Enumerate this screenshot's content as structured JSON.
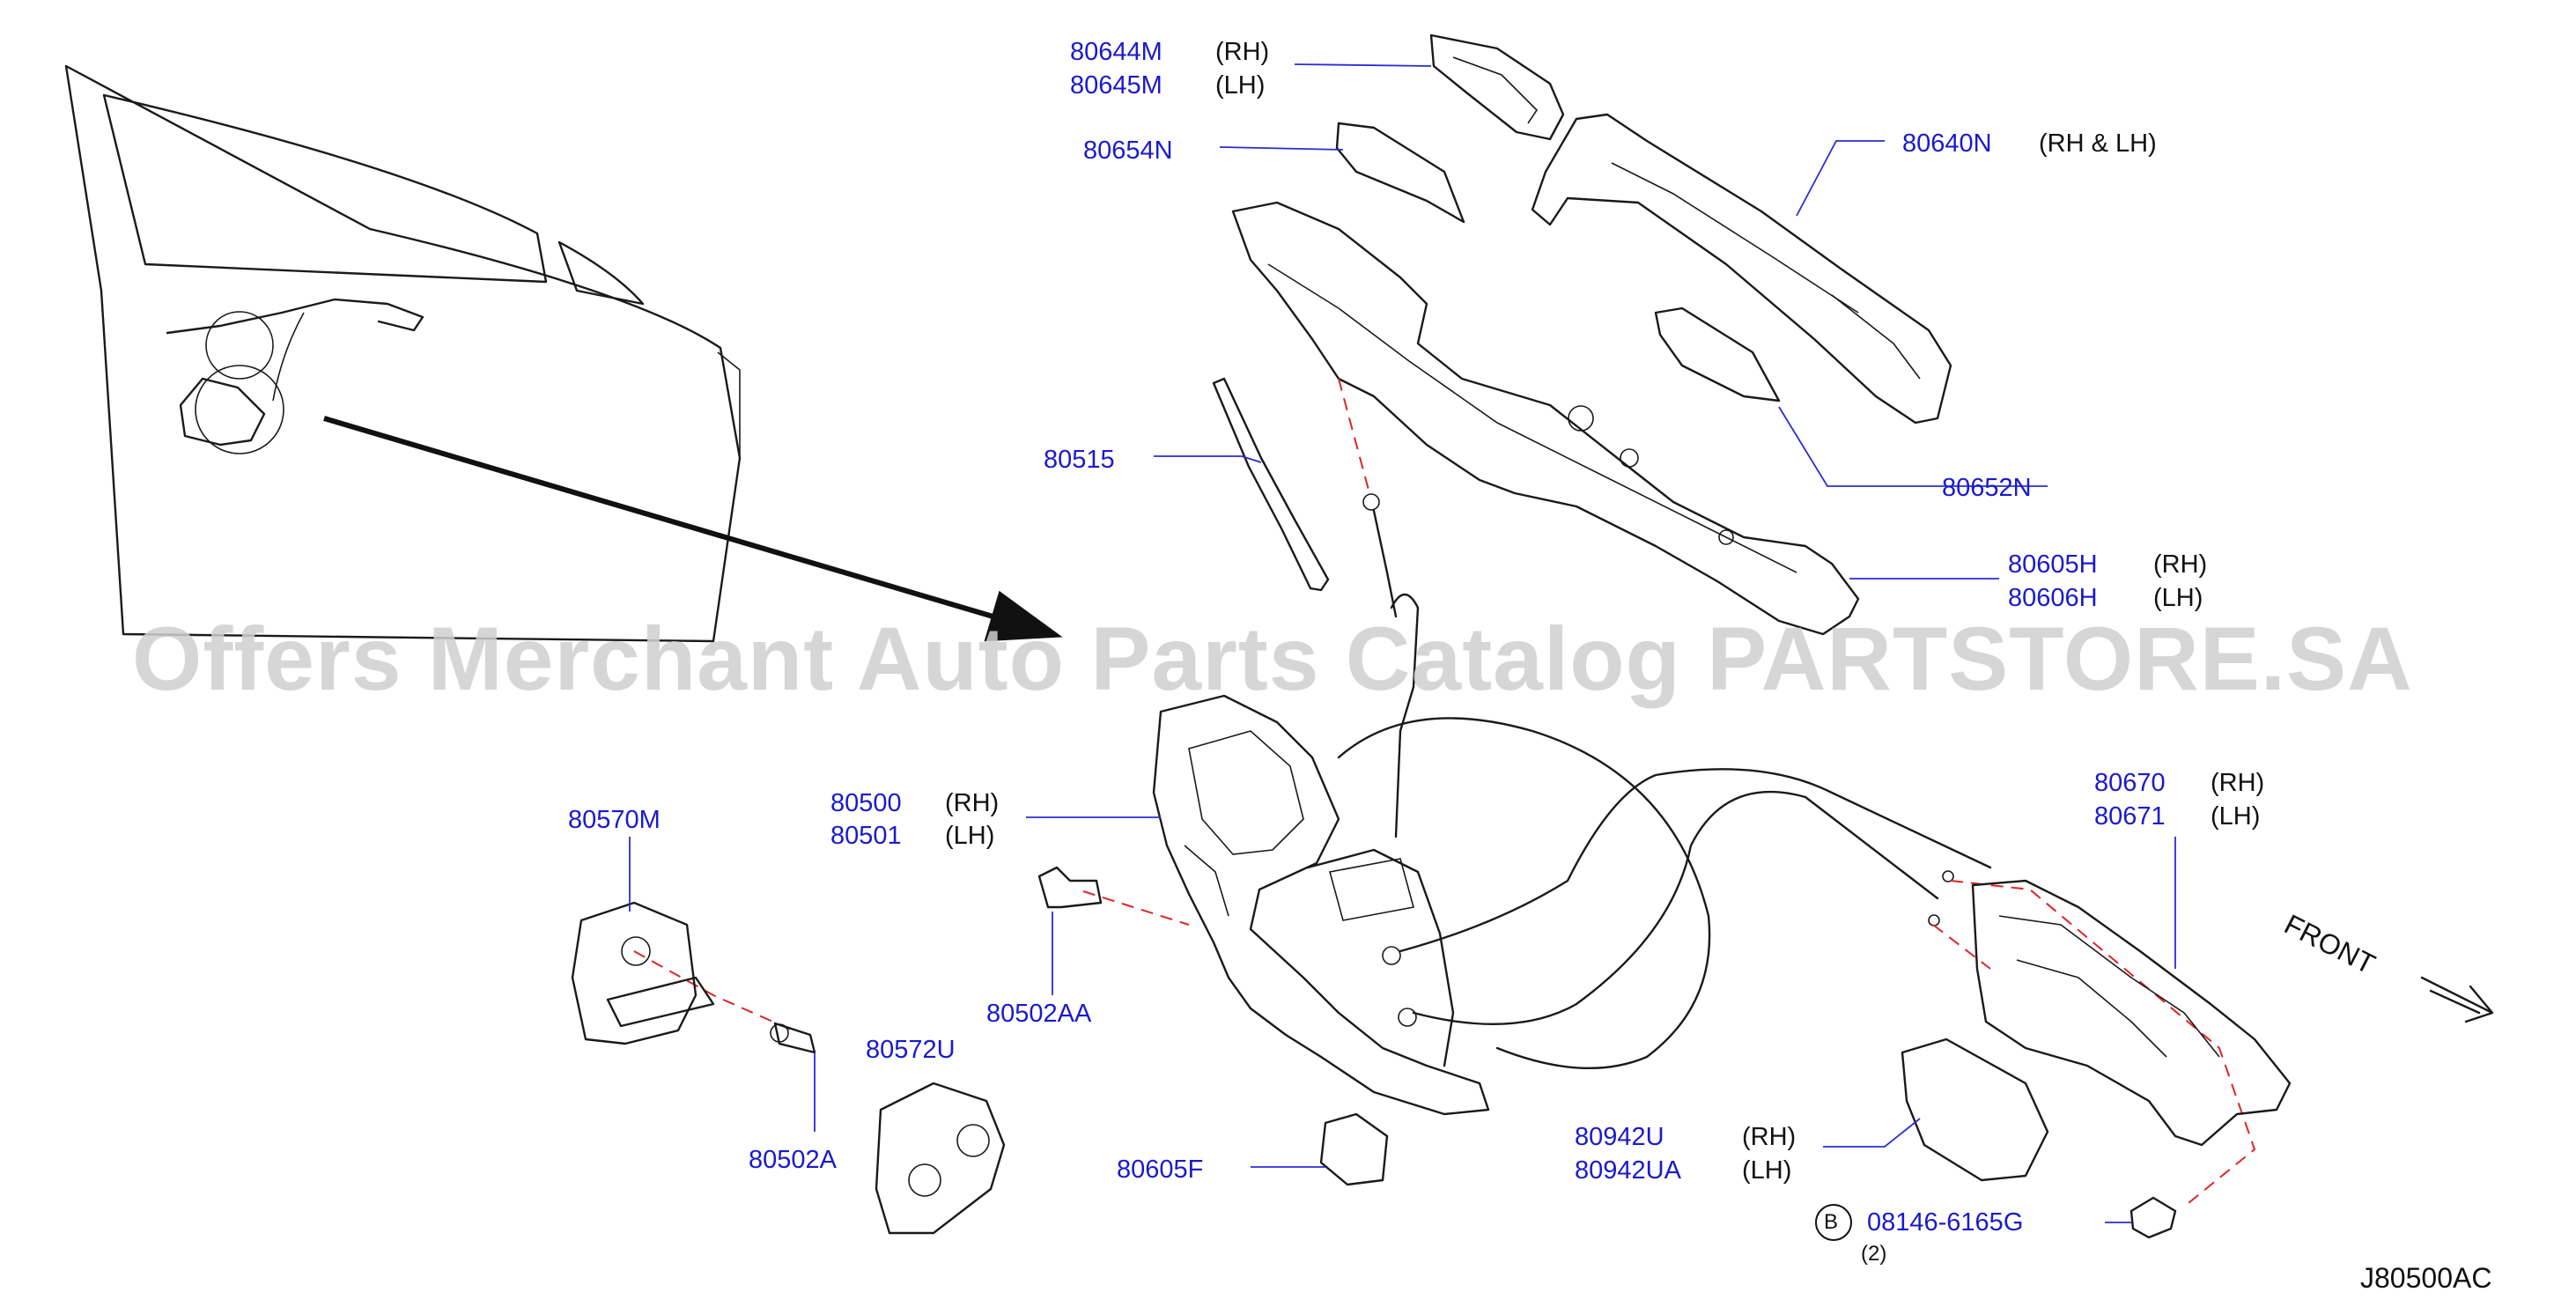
{
  "watermark": "Offers Merchant Auto Parts Catalog PARTSTORE.SA",
  "diagram_code": "J80500AC",
  "front_label": "FRONT",
  "colors": {
    "part_number": "#1a1acc",
    "leader": "#2b2bd6",
    "dashed": "#e02424",
    "line": "#1a1a1a"
  },
  "labels": {
    "p80644M": {
      "pn": "80644M",
      "side": "(RH)"
    },
    "p80645M": {
      "pn": "80645M",
      "side": "(LH)"
    },
    "p80654N": {
      "pn": "80654N"
    },
    "p80640N": {
      "pn": "80640N",
      "side": "(RH  &  LH)"
    },
    "p80515": {
      "pn": "80515"
    },
    "p80652N": {
      "pn": "80652N"
    },
    "p80605H": {
      "pn": "80605H",
      "side": "(RH)"
    },
    "p80606H": {
      "pn": "80606H",
      "side": "(LH)"
    },
    "p80570M": {
      "pn": "80570M"
    },
    "p80500": {
      "pn": "80500",
      "side": "(RH)"
    },
    "p80501": {
      "pn": "80501",
      "side": "(LH)"
    },
    "p80502AA": {
      "pn": "80502AA"
    },
    "p80572U": {
      "pn": "80572U"
    },
    "p80502A": {
      "pn": "80502A"
    },
    "p80605F": {
      "pn": "80605F"
    },
    "p80670": {
      "pn": "80670",
      "side": "(RH)"
    },
    "p80671": {
      "pn": "80671",
      "side": "(LH)"
    },
    "p80942U": {
      "pn": "80942U",
      "side": "(RH)"
    },
    "p80942UA": {
      "pn": "80942UA",
      "side": "(LH)"
    },
    "p08146": {
      "badge": "B",
      "pn": "08146-6165G",
      "qty": "(2)"
    }
  }
}
